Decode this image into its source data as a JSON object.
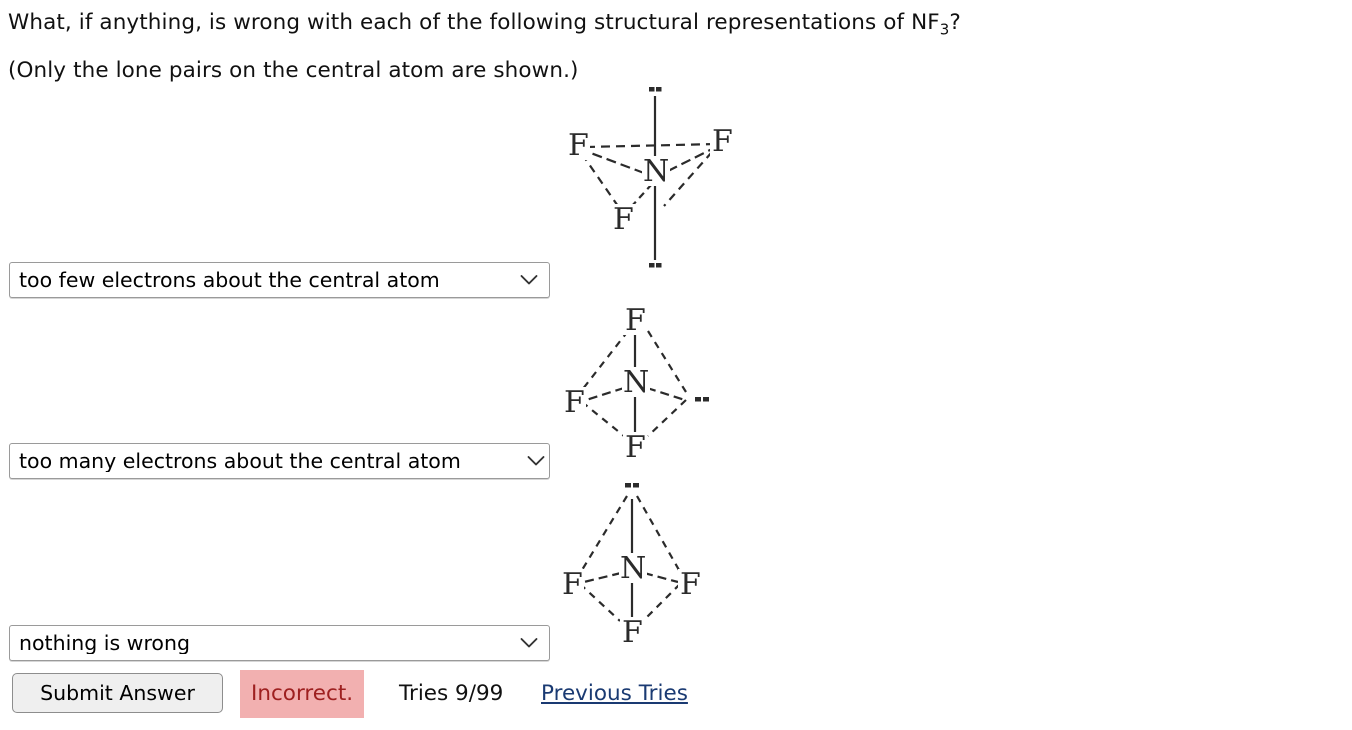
{
  "question": {
    "line1_prefix": "What, if anything, is wrong with each of the following structural representations of NF",
    "line1_subscript": "3",
    "line1_suffix": "?",
    "line2": "(Only the lone pairs on the central atom are shown.)"
  },
  "selects": [
    {
      "value": "too few electrons about the central atom",
      "arrow_icon": "chevron-down-icon"
    },
    {
      "value": "too many electrons about the central atom",
      "arrow_icon": "chevron-down-icon"
    },
    {
      "value": "nothing is wrong",
      "arrow_icon": "chevron-down-icon"
    }
  ],
  "molecules": [
    {
      "name": "trigonal-planar-with-two-axial-lone-pairs",
      "central_atom": "N",
      "fluorine_labels": [
        "F",
        "F",
        "F"
      ],
      "lone_pair_count": 2,
      "lone_pair_positions": [
        "top",
        "bottom"
      ]
    },
    {
      "name": "trigonal-with-one-equatorial-lone-pair",
      "central_atom": "N",
      "fluorine_labels": [
        "F",
        "F",
        "F"
      ],
      "lone_pair_count": 1,
      "lone_pair_positions": [
        "right"
      ]
    },
    {
      "name": "trigonal-pyramidal-with-top-lone-pair",
      "central_atom": "N",
      "fluorine_labels": [
        "F",
        "F",
        "F"
      ],
      "lone_pair_count": 1,
      "lone_pair_positions": [
        "top"
      ]
    }
  ],
  "answer_row": {
    "submit_label": "Submit Answer",
    "status": "Incorrect.",
    "tries": "Tries 9/99",
    "previous_tries_label": "Previous Tries",
    "status_bg_color": "#f2b0b0",
    "status_text_color": "#9e2020",
    "link_color": "#1a3a72"
  }
}
